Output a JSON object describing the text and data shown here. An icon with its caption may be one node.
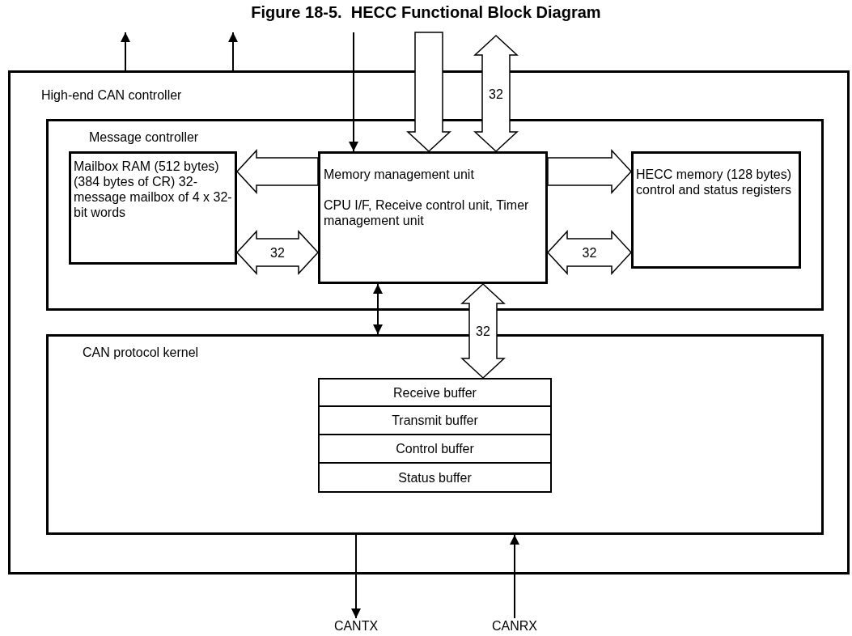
{
  "diagram": {
    "title": "Figure 18-5.  HECC Functional Block Diagram",
    "nodes": [
      {
        "text": [
          "High-end CAN controller"
        ]
      },
      {
        "text": [
          "Message controller"
        ],
        "in": 0
      },
      {
        "text": [
          "Mailbox RAM (512 bytes) (384 bytes of CR) 32-message mailbox of 4 x 32-bit words"
        ],
        "in": 1
      },
      {
        "text": [
          "Memory management unit",
          "CPU I/F, Receive control unit, Timer management unit"
        ],
        "in": 1
      },
      {
        "text": [
          "HECC memory (128 bytes) control and status registers"
        ],
        "in": 1
      },
      {
        "text": [
          "CAN protocol kernel"
        ],
        "in": 0
      },
      {
        "text": [
          "Receive buffer"
        ],
        "in": 5
      },
      {
        "text": [
          "Transmit buffer"
        ],
        "in": 5
      },
      {
        "text": [
          "Control buffer"
        ],
        "in": 5
      },
      {
        "text": [
          "Status buffer"
        ],
        "in": 5
      },
      {
        "text": [
          "CANTX"
        ]
      },
      {
        "text": [
          "CANRX"
        ]
      }
    ],
    "edges": [
      {
        "from": 0,
        "to": null,
        "arrow": "to"
      },
      {
        "from": 0,
        "to": null,
        "arrow": "to"
      },
      {
        "from": null,
        "to": 3,
        "arrow": "to"
      },
      {
        "from": null,
        "to": 3,
        "arrow": "to",
        "style": "thick"
      },
      {
        "from": null,
        "to": 3,
        "arrow": "both",
        "style": "thick",
        "label": "32"
      },
      {
        "from": 3,
        "to": 2,
        "arrow": "to",
        "style": "thick"
      },
      {
        "from": 2,
        "to": 3,
        "arrow": "both",
        "style": "thick",
        "label": "32"
      },
      {
        "from": 3,
        "to": 4,
        "arrow": "to",
        "style": "thick"
      },
      {
        "from": 3,
        "to": 4,
        "arrow": "both",
        "style": "thick",
        "label": "32"
      },
      {
        "from": 3,
        "to": 5,
        "arrow": "both"
      },
      {
        "from": 3,
        "to": 6,
        "arrow": "both",
        "style": "thick",
        "label": "32"
      },
      {
        "from": 5,
        "to": 10,
        "arrow": "to"
      },
      {
        "from": 11,
        "to": 5,
        "arrow": "to"
      }
    ]
  }
}
